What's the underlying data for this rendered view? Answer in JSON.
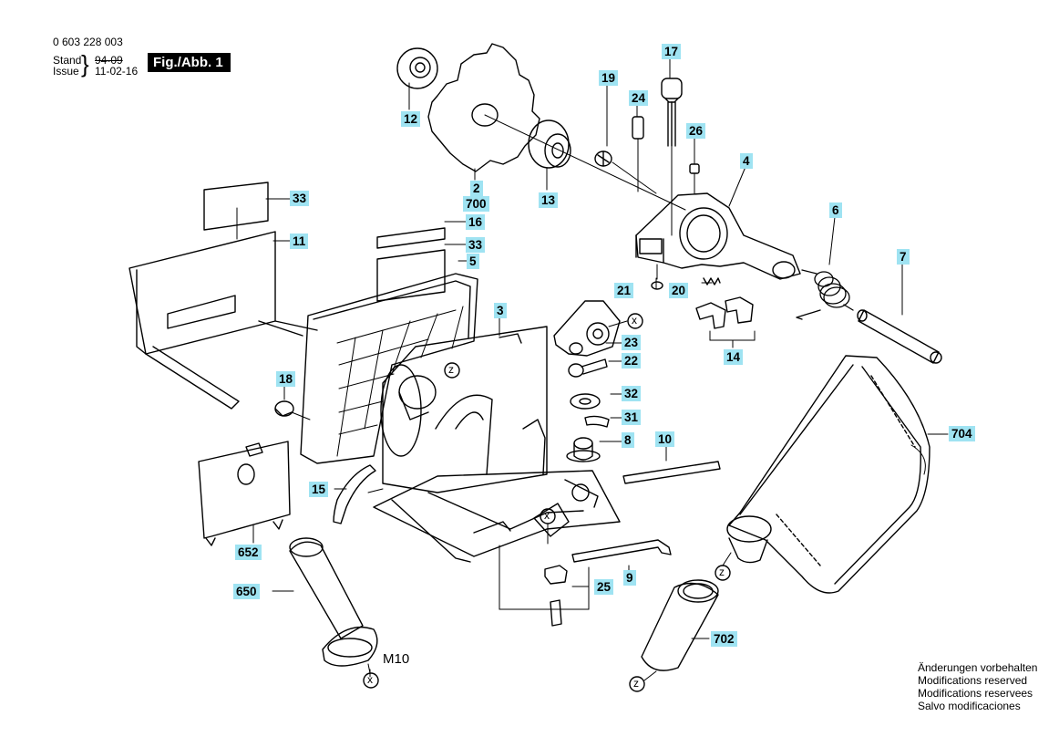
{
  "header": {
    "part_number": "0 603 228 003",
    "stand_label": "Stand",
    "issue_label": "Issue",
    "stand_value": "94-09",
    "issue_value": "11-02-16",
    "figure_label": "Fig./Abb. 1"
  },
  "callouts": [
    "17",
    "19",
    "24",
    "26",
    "4",
    "12",
    "2",
    "700",
    "13",
    "6",
    "7",
    "33",
    "16",
    "11",
    "33",
    "5",
    "21",
    "20",
    "3",
    "14",
    "23",
    "22",
    "18",
    "32",
    "31",
    "8",
    "10",
    "704",
    "15",
    "652",
    "650",
    "9",
    "25",
    "702"
  ],
  "annotations": {
    "x_marker": "x",
    "z_marker": "z",
    "thread": "M10"
  },
  "footer_notes": [
    "Änderungen vorbehalten",
    "Modifications reserved",
    "Modifications reservees",
    "Salvo modificaciones"
  ],
  "colors": {
    "callout_fill": "#9fe3f2",
    "ink": "#000000"
  }
}
